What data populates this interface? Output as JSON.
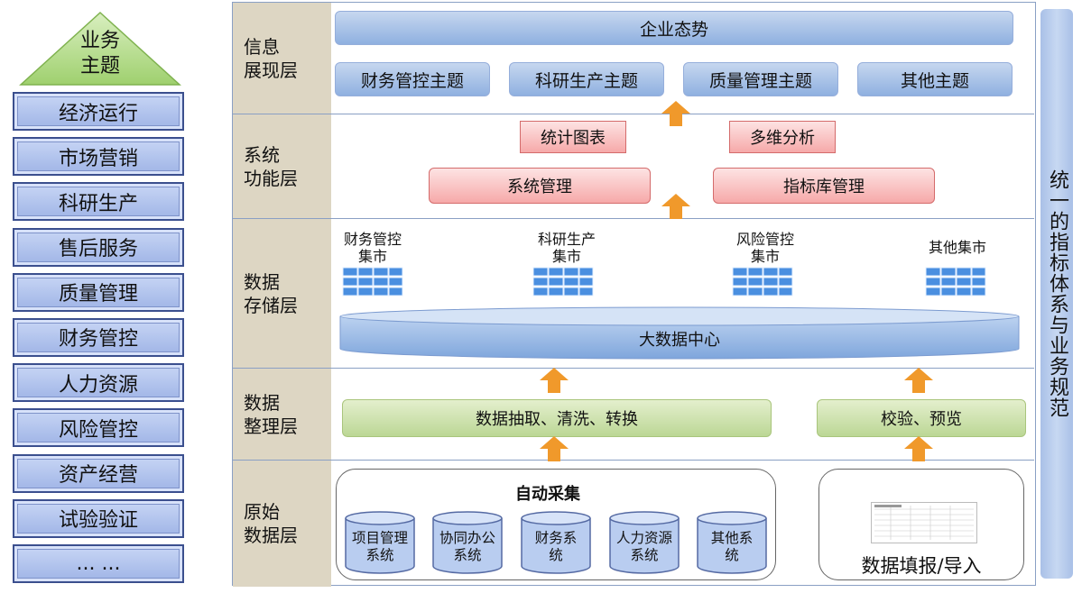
{
  "topics": {
    "header": "业务主题",
    "items": [
      "经济运行",
      "市场营销",
      "科研生产",
      "售后服务",
      "质量管理",
      "财务管控",
      "人力资源",
      "风险管控",
      "资产经营",
      "试验验证",
      "... ..."
    ]
  },
  "layers": {
    "presentation": {
      "label": "信息展现层",
      "banner": "企业态势",
      "themes": [
        "财务管控主题",
        "科研生产主题",
        "质量管理主题",
        "其他主题"
      ]
    },
    "function": {
      "label": "系统功能层",
      "top": [
        "统计图表",
        "多维分析"
      ],
      "bottom": [
        "系统管理",
        "指标库管理"
      ]
    },
    "storage": {
      "label": "数据存储层",
      "marts": [
        "财务管控集市",
        "科研生产集市",
        "风险管控集市",
        "其他集市"
      ],
      "center": "大数据中心"
    },
    "processing": {
      "label": "数据整理层",
      "etl": "数据抽取、清洗、转换",
      "validate": "校验、预览"
    },
    "raw": {
      "label": "原始数据层",
      "auto_title": "自动采集",
      "sources": [
        "项目管理系统",
        "协同办公系统",
        "财务系统",
        "人力资源系统",
        "其他系统"
      ],
      "manual": "数据填报/导入"
    }
  },
  "side": "统一的指标体系与业务规范",
  "colors": {
    "arrow": "#f0992b",
    "frame": "#8aa0c4",
    "label_bg": "#ddd6c3"
  }
}
